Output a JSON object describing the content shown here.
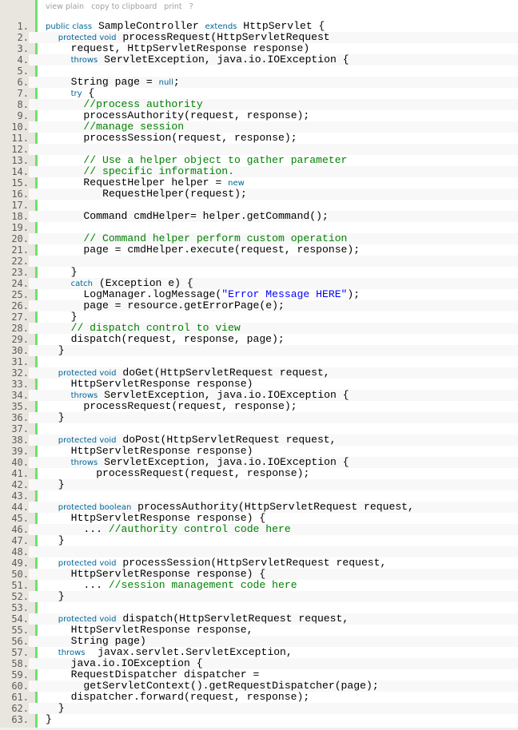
{
  "toolbar": {
    "view_plain": "view plain",
    "copy_to_clipboard": "copy to clipboard",
    "print": "print",
    "help": "?"
  },
  "colors": {
    "keyword": "#006699",
    "comment": "#008200",
    "string": "#0000ff",
    "gutter": "#e9e6df",
    "gutter_bar": "#6ce26c"
  },
  "code": {
    "language": "java",
    "lines": [
      {
        "n": "1.",
        "indent": 0,
        "tokens": [
          [
            "kw",
            "public class"
          ],
          [
            "pl",
            " SampleController "
          ],
          [
            "kw",
            "extends"
          ],
          [
            "pl",
            " HttpServlet {"
          ]
        ]
      },
      {
        "n": "2.",
        "indent": 2,
        "tokens": [
          [
            "kw",
            "protected void"
          ],
          [
            "pl",
            " processRequest(HttpServletRequest"
          ]
        ]
      },
      {
        "n": "3.",
        "indent": 4,
        "tokens": [
          [
            "pl",
            "request, HttpServletResponse response)"
          ]
        ]
      },
      {
        "n": "4.",
        "indent": 4,
        "tokens": [
          [
            "kw",
            "throws"
          ],
          [
            "pl",
            " ServletException, java.io.IOException {"
          ]
        ]
      },
      {
        "n": "5.",
        "indent": 0,
        "tokens": []
      },
      {
        "n": "6.",
        "indent": 4,
        "tokens": [
          [
            "pl",
            "String page = "
          ],
          [
            "kw",
            "null"
          ],
          [
            "pl",
            ";"
          ]
        ]
      },
      {
        "n": "7.",
        "indent": 4,
        "tokens": [
          [
            "kw",
            "try"
          ],
          [
            "pl",
            " {"
          ]
        ]
      },
      {
        "n": "8.",
        "indent": 6,
        "tokens": [
          [
            "cm",
            "//process authority"
          ]
        ]
      },
      {
        "n": "9.",
        "indent": 6,
        "tokens": [
          [
            "pl",
            "processAuthority(request, response);"
          ]
        ]
      },
      {
        "n": "10.",
        "indent": 6,
        "tokens": [
          [
            "cm",
            "//manage session"
          ]
        ]
      },
      {
        "n": "11.",
        "indent": 6,
        "tokens": [
          [
            "pl",
            "processSession(request, response);"
          ]
        ]
      },
      {
        "n": "12.",
        "indent": 0,
        "tokens": []
      },
      {
        "n": "13.",
        "indent": 6,
        "tokens": [
          [
            "cm",
            "// Use a helper object to gather parameter"
          ]
        ]
      },
      {
        "n": "14.",
        "indent": 6,
        "tokens": [
          [
            "cm",
            "// specific information."
          ]
        ]
      },
      {
        "n": "15.",
        "indent": 6,
        "tokens": [
          [
            "pl",
            "RequestHelper helper = "
          ],
          [
            "kw",
            "new"
          ]
        ]
      },
      {
        "n": "16.",
        "indent": 9,
        "tokens": [
          [
            "pl",
            "RequestHelper(request);"
          ]
        ]
      },
      {
        "n": "17.",
        "indent": 0,
        "tokens": []
      },
      {
        "n": "18.",
        "indent": 6,
        "tokens": [
          [
            "pl",
            "Command cmdHelper= helper.getCommand();"
          ]
        ]
      },
      {
        "n": "19.",
        "indent": 0,
        "tokens": []
      },
      {
        "n": "20.",
        "indent": 6,
        "tokens": [
          [
            "cm",
            "// Command helper perform custom operation"
          ]
        ]
      },
      {
        "n": "21.",
        "indent": 6,
        "tokens": [
          [
            "pl",
            "page = cmdHelper.execute(request, response);"
          ]
        ]
      },
      {
        "n": "22.",
        "indent": 0,
        "tokens": []
      },
      {
        "n": "23.",
        "indent": 4,
        "tokens": [
          [
            "pl",
            "}"
          ]
        ]
      },
      {
        "n": "24.",
        "indent": 4,
        "tokens": [
          [
            "kw",
            "catch"
          ],
          [
            "pl",
            " (Exception e) {"
          ]
        ]
      },
      {
        "n": "25.",
        "indent": 6,
        "tokens": [
          [
            "pl",
            "LogManager.logMessage("
          ],
          [
            "st",
            "\"Error Message HERE\""
          ],
          [
            "pl",
            ");"
          ]
        ]
      },
      {
        "n": "26.",
        "indent": 6,
        "tokens": [
          [
            "pl",
            "page = resource.getErrorPage(e);"
          ]
        ]
      },
      {
        "n": "27.",
        "indent": 4,
        "tokens": [
          [
            "pl",
            "}"
          ]
        ]
      },
      {
        "n": "28.",
        "indent": 4,
        "tokens": [
          [
            "cm",
            "// dispatch control to view"
          ]
        ]
      },
      {
        "n": "29.",
        "indent": 4,
        "tokens": [
          [
            "pl",
            "dispatch(request, response, page);"
          ]
        ]
      },
      {
        "n": "30.",
        "indent": 2,
        "tokens": [
          [
            "pl",
            "}"
          ]
        ]
      },
      {
        "n": "31.",
        "indent": 0,
        "tokens": []
      },
      {
        "n": "32.",
        "indent": 2,
        "tokens": [
          [
            "kw",
            "protected void"
          ],
          [
            "pl",
            " doGet(HttpServletRequest request,"
          ]
        ]
      },
      {
        "n": "33.",
        "indent": 4,
        "tokens": [
          [
            "pl",
            "HttpServletResponse response)"
          ]
        ]
      },
      {
        "n": "34.",
        "indent": 4,
        "tokens": [
          [
            "kw",
            "throws"
          ],
          [
            "pl",
            " ServletException, java.io.IOException {"
          ]
        ]
      },
      {
        "n": "35.",
        "indent": 6,
        "tokens": [
          [
            "pl",
            "processRequest(request, response);"
          ]
        ]
      },
      {
        "n": "36.",
        "indent": 2,
        "tokens": [
          [
            "pl",
            "}"
          ]
        ]
      },
      {
        "n": "37.",
        "indent": 0,
        "tokens": []
      },
      {
        "n": "38.",
        "indent": 2,
        "tokens": [
          [
            "kw",
            "protected void"
          ],
          [
            "pl",
            " doPost(HttpServletRequest request,"
          ]
        ]
      },
      {
        "n": "39.",
        "indent": 4,
        "tokens": [
          [
            "pl",
            "HttpServletResponse response)"
          ]
        ]
      },
      {
        "n": "40.",
        "indent": 4,
        "tokens": [
          [
            "kw",
            "throws"
          ],
          [
            "pl",
            " ServletException, java.io.IOException {"
          ]
        ]
      },
      {
        "n": "41.",
        "indent": 8,
        "tokens": [
          [
            "pl",
            "processRequest(request, response);"
          ]
        ]
      },
      {
        "n": "42.",
        "indent": 2,
        "tokens": [
          [
            "pl",
            "}"
          ]
        ]
      },
      {
        "n": "43.",
        "indent": 0,
        "tokens": []
      },
      {
        "n": "44.",
        "indent": 2,
        "tokens": [
          [
            "kw",
            "protected boolean"
          ],
          [
            "pl",
            " processAuthority(HttpServletRequest request,"
          ]
        ]
      },
      {
        "n": "45.",
        "indent": 4,
        "tokens": [
          [
            "pl",
            "HttpServletResponse response) {"
          ]
        ]
      },
      {
        "n": "46.",
        "indent": 6,
        "tokens": [
          [
            "pl",
            "... "
          ],
          [
            "cm",
            "//authority control code here"
          ]
        ]
      },
      {
        "n": "47.",
        "indent": 2,
        "tokens": [
          [
            "pl",
            "}"
          ]
        ]
      },
      {
        "n": "48.",
        "indent": 0,
        "tokens": []
      },
      {
        "n": "49.",
        "indent": 2,
        "tokens": [
          [
            "kw",
            "protected void"
          ],
          [
            "pl",
            " processSession(HttpServletRequest request,"
          ]
        ]
      },
      {
        "n": "50.",
        "indent": 4,
        "tokens": [
          [
            "pl",
            "HttpServletResponse response) {"
          ]
        ]
      },
      {
        "n": "51.",
        "indent": 6,
        "tokens": [
          [
            "pl",
            "... "
          ],
          [
            "cm",
            "//session management code here"
          ]
        ]
      },
      {
        "n": "52.",
        "indent": 2,
        "tokens": [
          [
            "pl",
            "}"
          ]
        ]
      },
      {
        "n": "53.",
        "indent": 0,
        "tokens": []
      },
      {
        "n": "54.",
        "indent": 2,
        "tokens": [
          [
            "kw",
            "protected void"
          ],
          [
            "pl",
            " dispatch(HttpServletRequest request,"
          ]
        ]
      },
      {
        "n": "55.",
        "indent": 4,
        "tokens": [
          [
            "pl",
            "HttpServletResponse response,"
          ]
        ]
      },
      {
        "n": "56.",
        "indent": 4,
        "tokens": [
          [
            "pl",
            "String page)"
          ]
        ]
      },
      {
        "n": "57.",
        "indent": 2,
        "tokens": [
          [
            "kw",
            "throws"
          ],
          [
            "pl",
            "  javax.servlet.ServletException,"
          ]
        ]
      },
      {
        "n": "58.",
        "indent": 4,
        "tokens": [
          [
            "pl",
            "java.io.IOException {"
          ]
        ]
      },
      {
        "n": "59.",
        "indent": 4,
        "tokens": [
          [
            "pl",
            "RequestDispatcher dispatcher ="
          ]
        ]
      },
      {
        "n": "60.",
        "indent": 6,
        "tokens": [
          [
            "pl",
            "getServletContext().getRequestDispatcher(page);"
          ]
        ]
      },
      {
        "n": "61.",
        "indent": 4,
        "tokens": [
          [
            "pl",
            "dispatcher.forward(request, response);"
          ]
        ]
      },
      {
        "n": "62.",
        "indent": 2,
        "tokens": [
          [
            "pl",
            "}"
          ]
        ]
      },
      {
        "n": "63.",
        "indent": 0,
        "tokens": [
          [
            "pl",
            "}"
          ]
        ]
      }
    ]
  }
}
